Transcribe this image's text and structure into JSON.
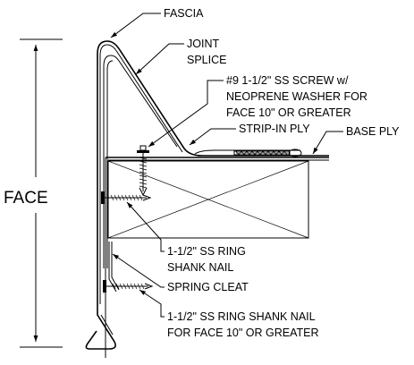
{
  "diagram": {
    "labels": {
      "fascia": "FASCIA",
      "joint_splice_line1": "JOINT",
      "joint_splice_line2": "SPLICE",
      "screw_line1": "#9 1-1/2\" SS SCREW w/",
      "screw_line2": "NEOPRENE WASHER FOR",
      "screw_line3": "FACE 10\" OR GREATER",
      "strip_in_ply": "STRIP-IN PLY",
      "base_ply": "BASE PLY",
      "face": "FACE",
      "ring_nail_line1": "1-1/2\" SS RING",
      "ring_nail_line2": "SHANK NAIL",
      "spring_cleat": "SPRING CLEAT",
      "ring_nail_10_line1": "1-1/2\" SS RING SHANK NAIL",
      "ring_nail_10_line2": "FOR FACE 10\" OR GREATER"
    }
  }
}
